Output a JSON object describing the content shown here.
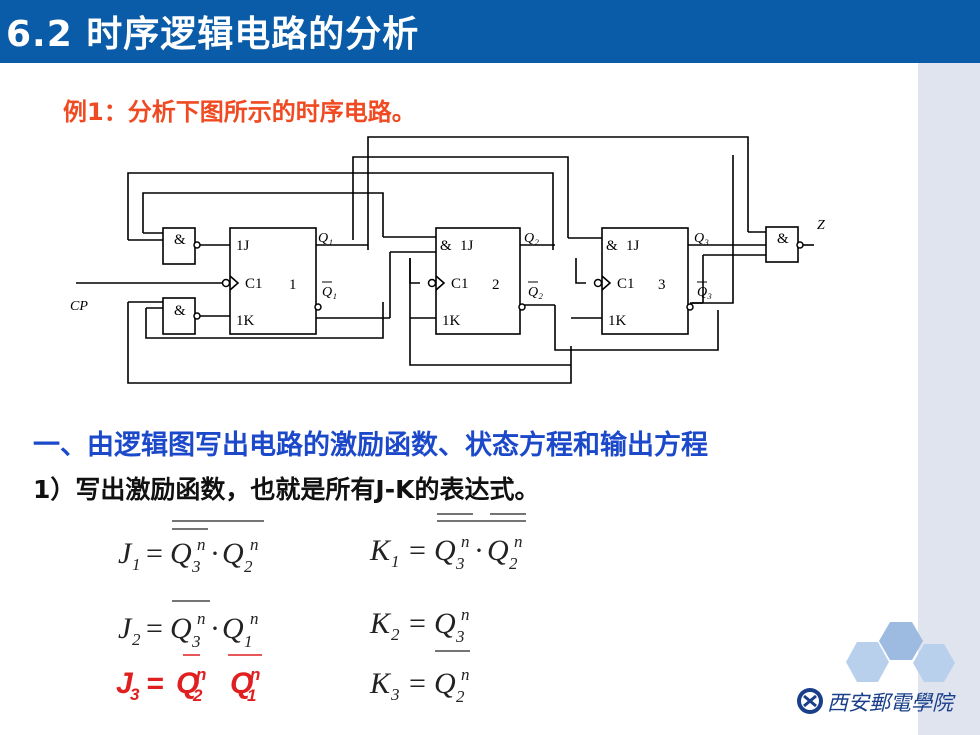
{
  "title": "6.2 时序逻辑电路的分析",
  "example": "例1：分析下图所示的时序电路。",
  "section_heading": "一、由逻辑图写出电路的激励函数、状态方程和输出方程",
  "step_heading": "1）写出激励函数，也就是所有J-K的表达式。",
  "circuit": {
    "cp_label": "CP",
    "output_label": "Z",
    "and_label": "&",
    "j_label": "1J",
    "k_label": "1K",
    "c_label": "C1",
    "ff1_num": "1",
    "ff2_num": "2",
    "ff3_num": "3",
    "q1": "Q₁",
    "q2": "Q₂",
    "q3": "Q₃"
  },
  "equations": {
    "j1_lhs": "J",
    "j1_sub": "1",
    "k1_lhs": "K",
    "k1_sub": "1",
    "j2_lhs": "J",
    "j2_sub": "2",
    "k2_lhs": "K",
    "k2_sub": "2",
    "j3_lhs": "J",
    "j3_sub": "3",
    "k3_lhs": "K",
    "k3_sub": "3",
    "eq_sign": "=",
    "dot": "·",
    "q": "Q",
    "n": "n",
    "s1": "1",
    "s2": "2",
    "s3": "3"
  },
  "logo": {
    "text": "西安郵電學院"
  },
  "colors": {
    "title_bg": "#0b5ca8",
    "example": "#f04a22",
    "section": "#1c49c9",
    "highlight": "#e02020",
    "strip": "#dfe4ef"
  }
}
